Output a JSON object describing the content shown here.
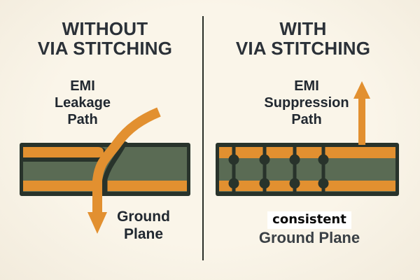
{
  "colors": {
    "bg": "#FAF5E9",
    "bg_edge": "#F2EBDC",
    "divider": "#2A2E28",
    "copper": "#E29030",
    "substrate": "#5A6B54",
    "outline": "#28332B",
    "title": "#2B3138",
    "label": "#212830",
    "sublabel": "#3A4045",
    "highlight_bg": "#FFFFFF",
    "highlight_text": "#0A0A0A"
  },
  "left": {
    "title1": "WITHOUT",
    "title2": "VIA STITCHING",
    "path_label": {
      "line1": "EMI",
      "line2": "Leakage",
      "line3": "Path"
    },
    "ground_label": {
      "line1": "Ground",
      "line2": "Plane"
    }
  },
  "right": {
    "title1": "WITH",
    "title2": "VIA STITCHING",
    "path_label": {
      "line1": "EMI",
      "line2": "Suppression",
      "line3": "Path"
    },
    "ground_label": {
      "line1": "consistent",
      "line2": "Ground Plane"
    },
    "via_count": 4
  }
}
